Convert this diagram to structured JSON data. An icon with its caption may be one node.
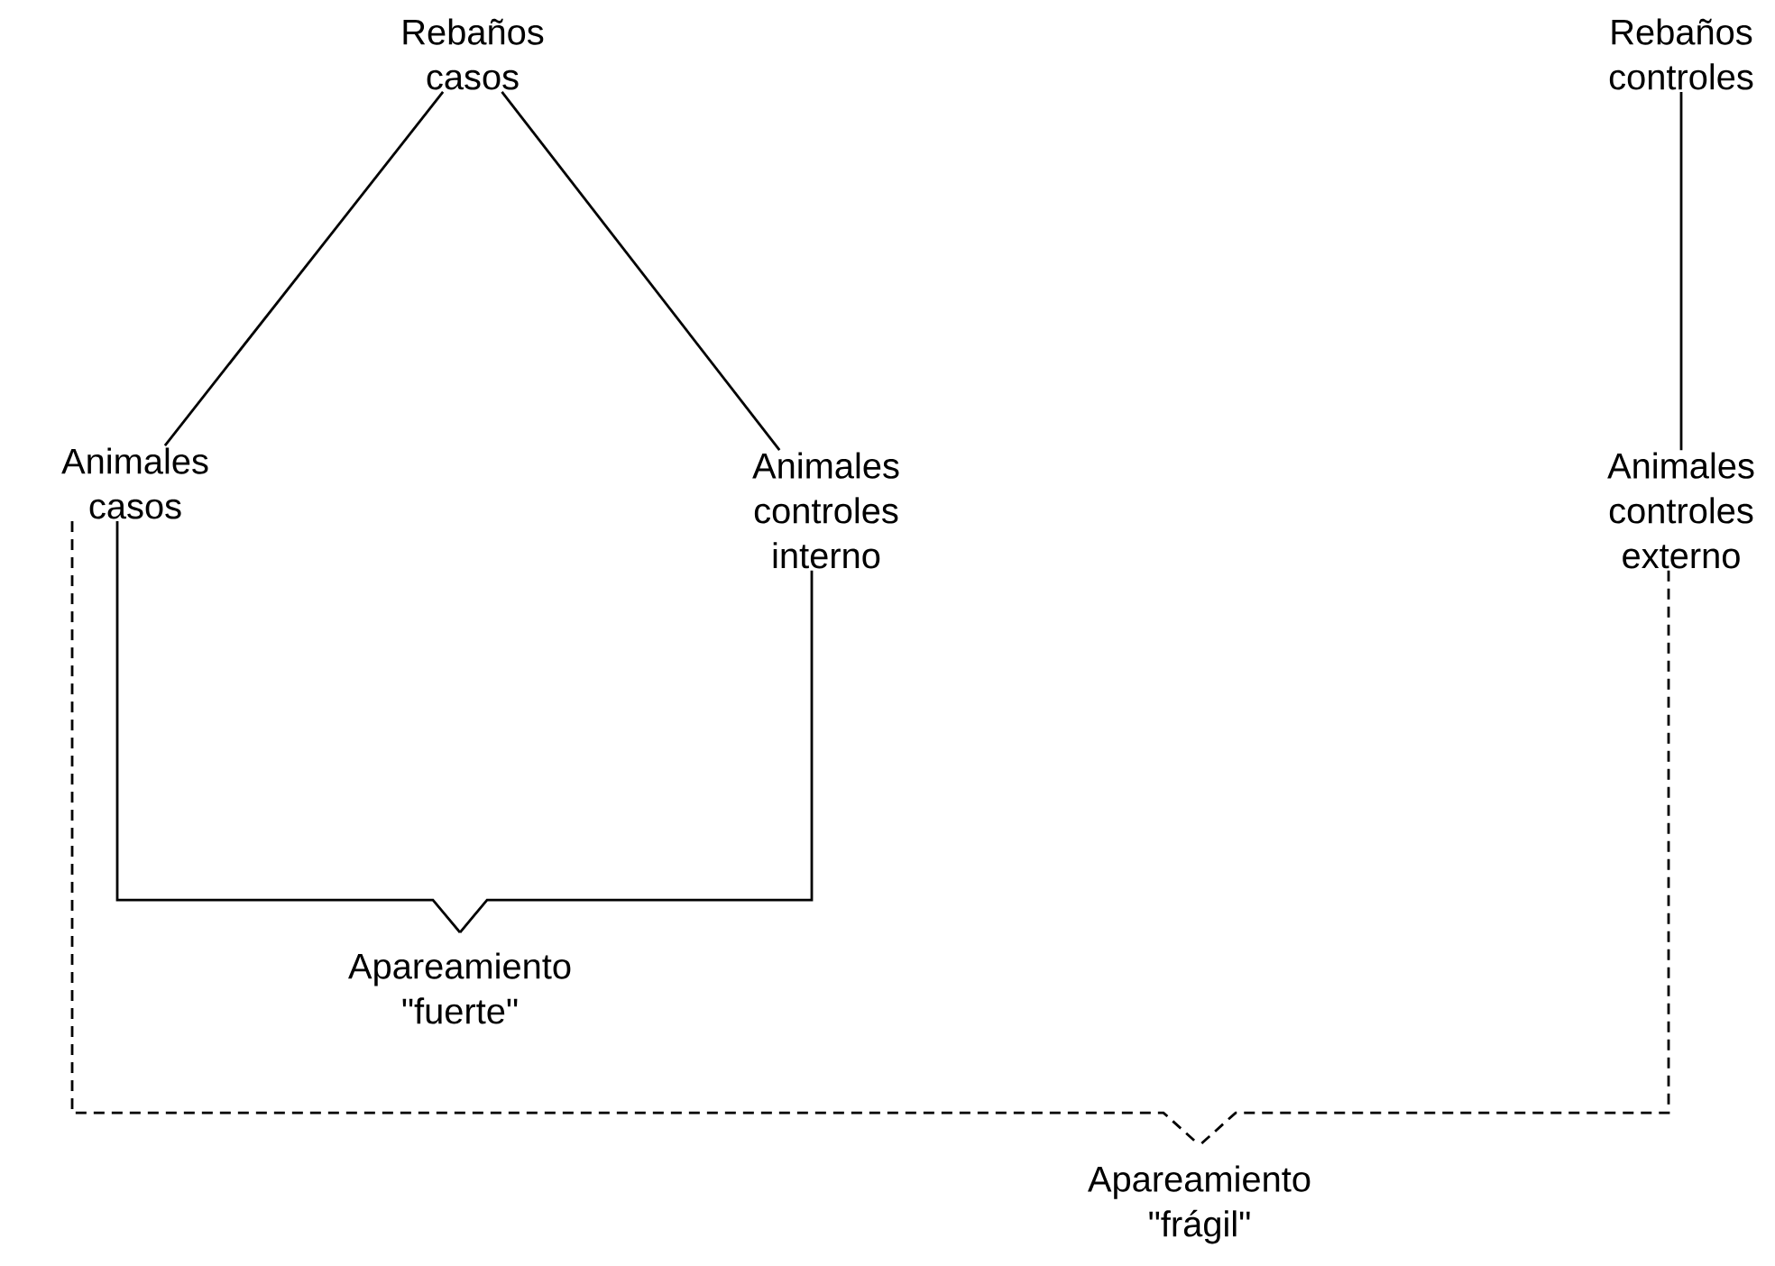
{
  "diagram": {
    "nodes": [
      {
        "text": [
          "Rebaños casos"
        ]
      },
      {
        "text": [
          "Rebaños controles"
        ]
      },
      {
        "text": [
          "Animales casos"
        ]
      },
      {
        "text": [
          "Animales controles interno"
        ]
      },
      {
        "text": [
          "Animales controles externo"
        ]
      },
      {
        "text": [
          "Apareamiento \"fuerte\""
        ]
      },
      {
        "text": [
          "Apareamiento \"frágil\""
        ]
      }
    ],
    "edges": [
      {
        "from": 0,
        "to": 2,
        "arrow": "none"
      },
      {
        "from": 0,
        "to": 3,
        "arrow": "none"
      },
      {
        "from": 1,
        "to": 4,
        "arrow": "none"
      },
      {
        "from": 2,
        "to": 5,
        "arrow": "none"
      },
      {
        "from": 3,
        "to": 5,
        "arrow": "none"
      },
      {
        "from": 2,
        "to": 6,
        "arrow": "none",
        "style": "dashed"
      },
      {
        "from": 4,
        "to": 6,
        "arrow": "none",
        "style": "dashed"
      }
    ]
  }
}
